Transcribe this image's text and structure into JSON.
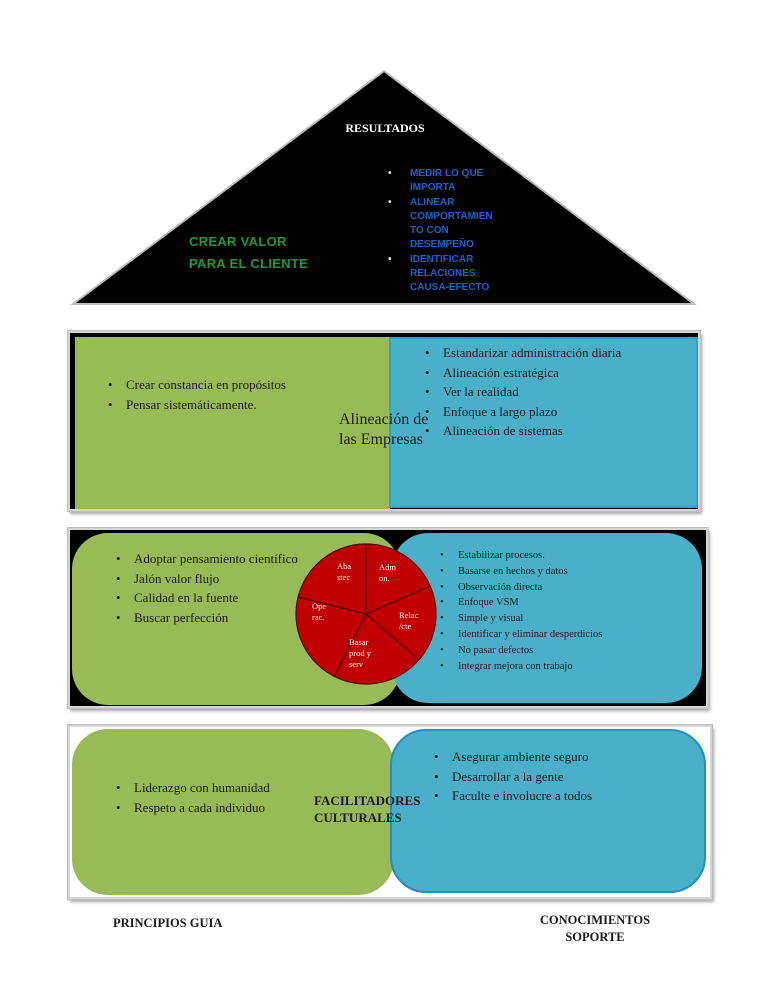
{
  "roof": {
    "title": "RESULTADOS",
    "value_line1": "CREAR VALOR",
    "value_line2": "PARA EL CLIENTE",
    "items": [
      {
        "line1": "MEDIR LO QUE",
        "line2": "IMPORTA"
      },
      {
        "line1": "ALINEAR",
        "line2": "COMPORTAMIEN",
        "line3": "TO CON",
        "line4": "DESEMPEÑO"
      },
      {
        "line1": "IDENTIFICAR",
        "line2": "RELACIONES",
        "line3": "CAUSA-EFECTO"
      }
    ]
  },
  "panel1": {
    "left_items": [
      "Crear constancia en propósitos",
      "Pensar sistemáticamente."
    ],
    "center_line1": "Alineación de",
    "center_line2": "las Empresas",
    "right_items": [
      "Estandarizar administración diaria",
      "Alineación estratégica",
      "Ver la realidad",
      "Enfoque a largo plazo",
      "Alineación de sistemas"
    ]
  },
  "panel2": {
    "left_items": [
      "Adoptar pensamiento científico",
      "Jalón valor flujo",
      "Calidad en la fuente",
      "Buscar perfección"
    ],
    "pie_labels": {
      "abastec_1": "Aba",
      "abastec_2": "stec",
      "admon_1": "Adm",
      "admon_2": "on.",
      "operac_1": "Ope",
      "operac_2": "rac.",
      "relac_1": "Relac",
      "relac_2": "/cte",
      "basar_1": "Basar",
      "basar_2": "prod y",
      "basar_3": "serv"
    },
    "right_items": [
      "Estabilizar procesos.",
      "Basarse en hechos y datos",
      "Observación directa",
      "Enfoque VSM",
      "Simple y visual",
      "Identificar y eliminar desperdicios",
      "No pasar defectos",
      "Integrar mejora con trabajo"
    ]
  },
  "panel3": {
    "left_items": [
      "Liderazgo con humanidad",
      "Respeto a cada individuo"
    ],
    "center_line1": "FACILITADORES",
    "center_line2": "CULTURALES",
    "right_items": [
      "Asegurar ambiente seguro",
      "Desarrollar a la gente",
      "Faculte e involucre a todos"
    ]
  },
  "footer": {
    "left_label": "PRINCIPIOS GUIA",
    "right_line1": "CONOCIMIENTOS",
    "right_line2": "SOPORTE"
  },
  "colors": {
    "roof": "#000000",
    "green": "#98bb58",
    "blue": "#4ab0c9",
    "pie": "#c00000",
    "value_text": "#1e9a3a",
    "roof_list_text": "#1f62c8"
  }
}
